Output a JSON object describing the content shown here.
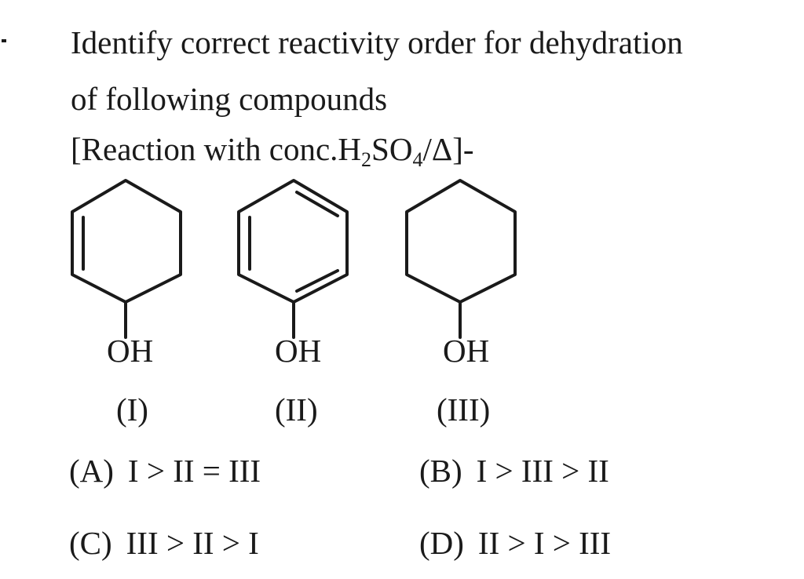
{
  "question": {
    "line1": "Identify correct reactivity order for dehydration",
    "line2": "of following compounds",
    "condition_prefix": "[Reaction with conc.H",
    "condition_sub1": "2",
    "condition_mid": "SO",
    "condition_sub2": "4",
    "condition_suffix": "/Δ]-"
  },
  "compounds": [
    {
      "label": "(I)",
      "group": "OH"
    },
    {
      "label": "(II)",
      "group": "OH"
    },
    {
      "label": "(III)",
      "group": "OH"
    }
  ],
  "options": [
    {
      "label": "(A)",
      "text": "I > II = III"
    },
    {
      "label": "(B)",
      "text": "I > III > II"
    },
    {
      "label": "(C)",
      "text": "III > II > I"
    },
    {
      "label": "(D)",
      "text": "II > I > III"
    }
  ]
}
